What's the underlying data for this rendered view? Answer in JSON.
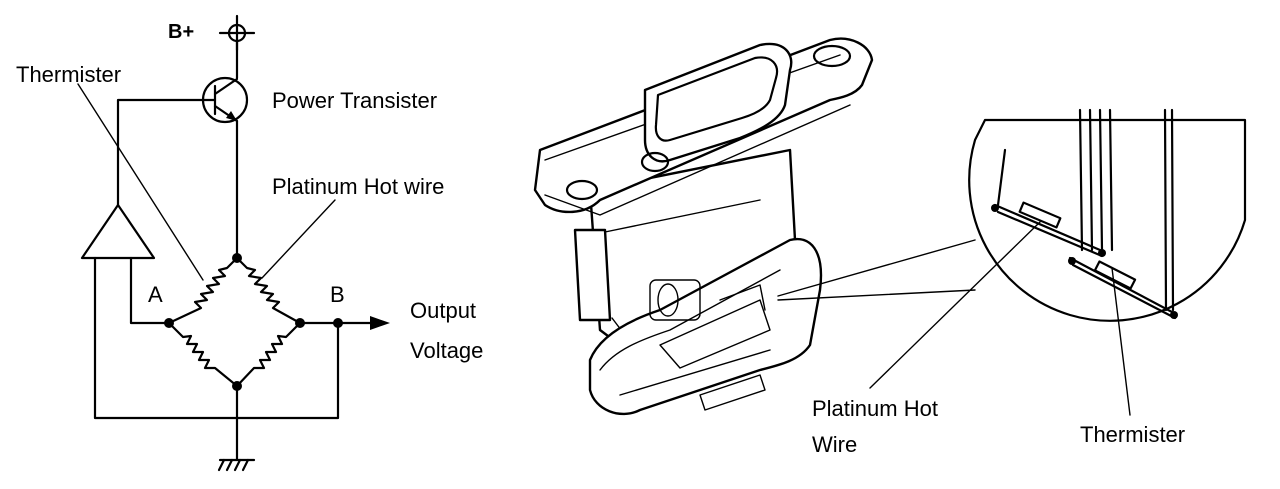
{
  "circuit": {
    "supply_label": "B+",
    "transistor_label": "Power Transister",
    "thermister_label": "Thermister",
    "hotwire_label": "Platinum Hot wire",
    "node_a_label": "A",
    "node_b_label": "B",
    "output_label_line1": "Output",
    "output_label_line2": "Voltage"
  },
  "sensor": {
    "hotwire_label_line1": "Platinum Hot",
    "hotwire_label_line2": "Wire",
    "thermister_label": "Thermister"
  }
}
